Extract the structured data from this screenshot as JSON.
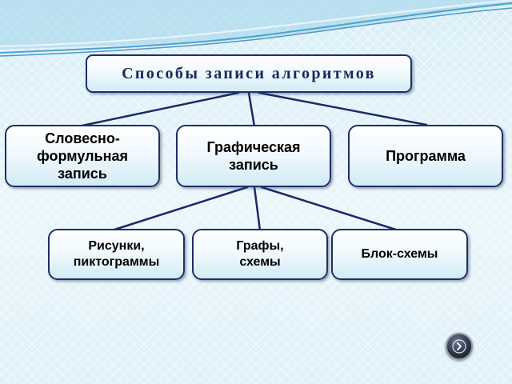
{
  "title": "Способы записи алгоритмов",
  "level1": {
    "verbal": [
      "Словесно-",
      "формульная",
      "запись"
    ],
    "graphic": [
      "Графическая",
      "запись"
    ],
    "program": "Программа"
  },
  "level2": {
    "pictures": [
      "Рисунки,",
      "пиктограммы"
    ],
    "graphs": [
      "Графы,",
      "схемы"
    ],
    "flowcharts": "Блок-схемы"
  },
  "nav": {
    "icon": "chevron-right-icon"
  },
  "colors": {
    "border": "#1f2f66",
    "title_text": "#16275e",
    "connector": "#1b2a66",
    "background": "#e4f3fa"
  }
}
